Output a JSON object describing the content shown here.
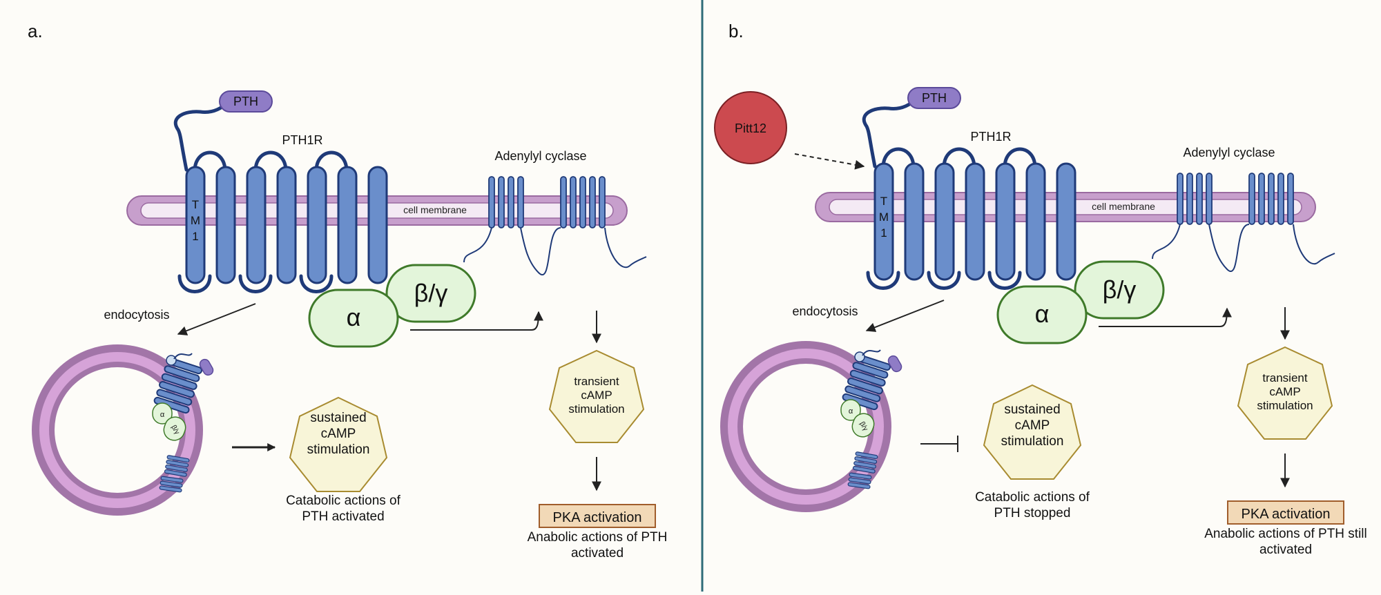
{
  "panels": {
    "a": {
      "label": "a.",
      "ligand": "PTH",
      "receptor": "PTH1R",
      "tm_label": [
        "T",
        "M",
        "1"
      ],
      "membrane": "cell membrane",
      "cyclase": "Adenylyl cyclase",
      "endocytosis": "endocytosis",
      "g_alpha": "α",
      "g_betagamma": "β/γ",
      "mini_alpha": "α",
      "mini_betagamma": "β/γ",
      "transient": [
        "transient",
        "cAMP",
        "stimulation"
      ],
      "sustained": [
        "sustained",
        "cAMP",
        "stimulation"
      ],
      "catabolic": [
        "Catabolic actions of",
        "PTH activated"
      ],
      "pka": "PKA activation",
      "anabolic": [
        "Anabolic actions of PTH",
        "activated"
      ]
    },
    "b": {
      "label": "b.",
      "inhibitor": "Pitt12",
      "ligand": "PTH",
      "receptor": "PTH1R",
      "tm_label": [
        "T",
        "M",
        "1"
      ],
      "membrane": "cell membrane",
      "cyclase": "Adenylyl cyclase",
      "endocytosis": "endocytosis",
      "g_alpha": "α",
      "g_betagamma": "β/γ",
      "mini_alpha": "α",
      "mini_betagamma": "β/γ",
      "transient": [
        "transient",
        "cAMP",
        "stimulation"
      ],
      "sustained": [
        "sustained",
        "cAMP",
        "stimulation"
      ],
      "catabolic": [
        "Catabolic actions of",
        "PTH stopped"
      ],
      "pka": "PKA activation",
      "anabolic": [
        "Anabolic actions of PTH still",
        "activated"
      ]
    }
  },
  "colors": {
    "background": "#fdfcf8",
    "divider": "#2e6b78",
    "receptor_fill": "#6a8ecb",
    "receptor_stroke": "#1f3a78",
    "membrane_fill": "#c79fcc",
    "membrane_inner": "#f4eaf4",
    "ligand_fill": "#8f7cc6",
    "g_fill": "#e3f5da",
    "g_stroke": "#3f7a2a",
    "hept_fill": "#f8f5d8",
    "hept_stroke": "#a88b30",
    "pka_fill": "#f2d9b7",
    "pka_stroke": "#a05d2b",
    "inhibitor_fill": "#cc4a4f",
    "vesicle_outer": "#a275a8",
    "vesicle_mid": "#d6a3d8"
  }
}
